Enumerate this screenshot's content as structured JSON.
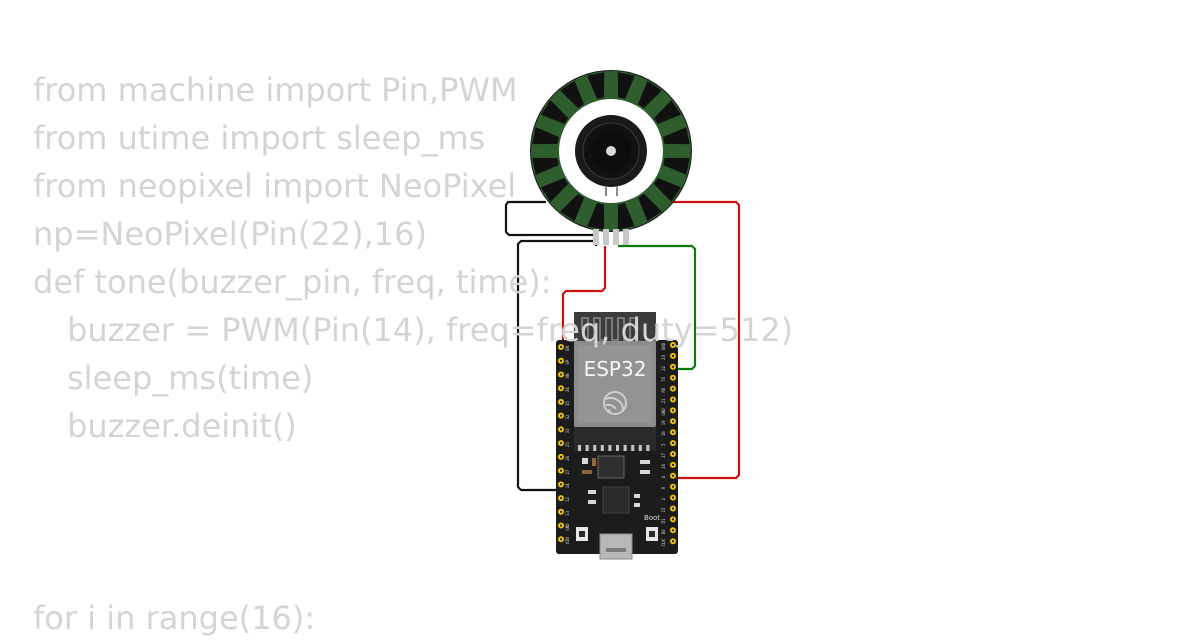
{
  "code": {
    "lines": [
      "from machine import Pin,PWM",
      "from utime import sleep_ms",
      "from neopixel import NeoPixel",
      "np=NeoPixel(Pin(22),16)",
      "def tone(buzzer_pin, freq, time):",
      "buzzer = PWM(Pin(14), freq=freq, duty=512)",
      "sleep_ms(time)",
      "buzzer.deinit()",
      "",
      "",
      "for i in range(16):"
    ]
  },
  "board": {
    "module_label": "ESP32",
    "boot_label": "Boot",
    "left_pins": [
      "EN",
      "VP",
      "VN",
      "34",
      "35",
      "32",
      "33",
      "25",
      "26",
      "27",
      "14",
      "12",
      "13",
      "GND",
      "VIN"
    ],
    "right_pins": [
      "GND",
      "23",
      "22",
      "TX",
      "RX",
      "21",
      "GND",
      "19",
      "18",
      "5",
      "17",
      "16",
      "4",
      "0",
      "2",
      "15",
      "D1",
      "D0",
      "CLK"
    ]
  },
  "colors": {
    "code_text": "#d4d4d4",
    "ring_green": "#2e5d2e",
    "ring_black": "#1a1a1a",
    "board_black": "#1c1c1c",
    "pin_gold": "#e8c700",
    "wire_red": "#d01010",
    "wire_green": "#0a7a0a",
    "wire_black": "#111111"
  }
}
